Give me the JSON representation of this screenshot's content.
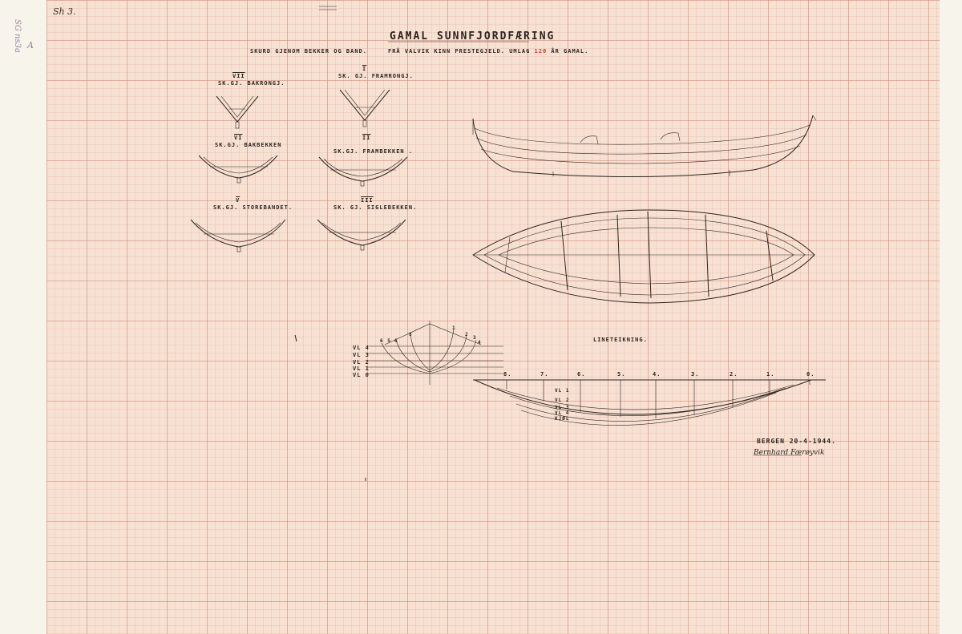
{
  "sheet": {
    "page_mark": "Sh 3.",
    "margin_note_top": "SG ns3a",
    "margin_note_mid": "A",
    "title": "GAMAL SUNNFJORDFÆRING",
    "subtitle_left": "SKURD GJENOM BEKKER OG BAND.",
    "subtitle_right_pre": "FRÅ VALVIK KINN PRESTEGJELD. UMLAG",
    "subtitle_right_num": "120",
    "subtitle_right_post": "ÅR GAMAL."
  },
  "sections": [
    {
      "roman": "VII",
      "label": "SK.GJ. BAKRONGJ."
    },
    {
      "roman": "I",
      "label": "SK. GJ. FRAMRONGJ."
    },
    {
      "roman": "VI",
      "label": "SK.GJ. BAKBEKKEN"
    },
    {
      "roman": "II",
      "label": "SK.GJ. FRAMBEKKEN ."
    },
    {
      "roman": "V",
      "label": "SK.GJ. STOREBANDET."
    },
    {
      "roman": "III",
      "label": "SK. GJ. SIGLEBEKKEN."
    }
  ],
  "body_plan": {
    "waterlines": [
      "VL 4",
      "VL 3",
      "VL 2",
      "VL 1",
      "VL 0"
    ],
    "station_marks_left": [
      "6 5",
      "6",
      "8"
    ],
    "station_marks_right": [
      "1",
      "2",
      "3",
      "4"
    ]
  },
  "lines": {
    "heading": "LINETEIKNING.",
    "stations": [
      "8",
      "7",
      "6",
      "5",
      "4",
      "3",
      "2",
      "1",
      "0"
    ],
    "waterline_labels": [
      "VL 1",
      "VL 2",
      "VL 3",
      "VL 4",
      "KJØL"
    ]
  },
  "signature": {
    "place_date": "BERGEN 20-4-1944.",
    "name": "Bernhard Færøyvik"
  }
}
